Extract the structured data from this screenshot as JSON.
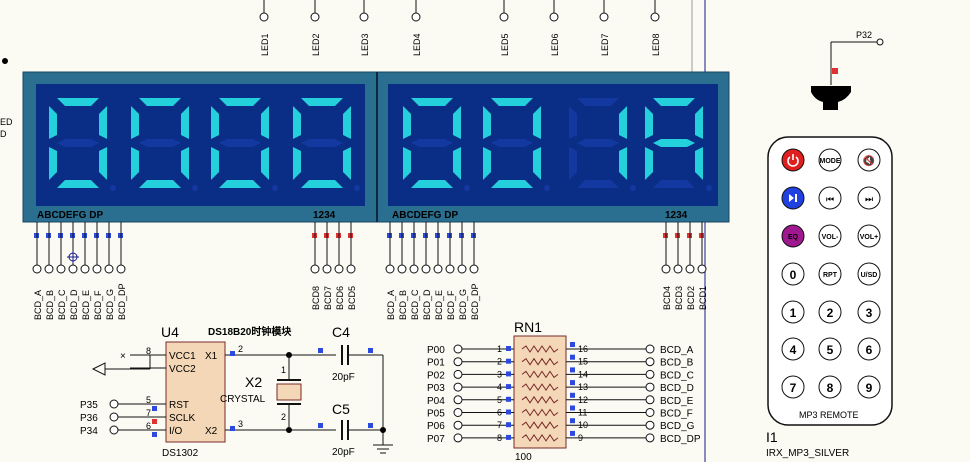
{
  "led_labels": [
    "LED1",
    "LED2",
    "LED3",
    "LED4",
    "LED5",
    "LED6",
    "LED7",
    "LED8"
  ],
  "left_edge_labels": [
    "ED",
    "D"
  ],
  "display_left": {
    "digits": [
      "0",
      "0",
      "0",
      "0"
    ],
    "segment_label": "ABCDEFG  DP",
    "digit_label": "1234",
    "bottom_nets": [
      "BCD_A",
      "BCD_B",
      "BCD_C",
      "BCD_D",
      "BCD_E",
      "BCD_F",
      "BCD_G",
      "BCD_DP"
    ],
    "digit_nets": [
      "BCD8",
      "BCD7",
      "BCD6",
      "BCD5"
    ]
  },
  "display_right": {
    "digits": [
      "0",
      "0",
      "1",
      "A"
    ],
    "segment_label": "ABCDEFG  DP",
    "digit_label": "1234",
    "bottom_nets": [
      "BCD_A",
      "BCD_B",
      "BCD_C",
      "BCD_D",
      "BCD_E",
      "BCD_F",
      "BCD_G",
      "BCD_DP"
    ],
    "digit_nets": [
      "BCD4",
      "BCD3",
      "BCD2",
      "BCD1"
    ]
  },
  "ds1302": {
    "ref": "U4",
    "part": "DS1302",
    "module_title": "DS18B20时钟模块",
    "pins_left": [
      {
        "num": "8",
        "name": "VCC1"
      },
      {
        "num": "",
        "name": "VCC2"
      },
      {
        "num": "5",
        "name": "RST"
      },
      {
        "num": "7",
        "name": "SCLK"
      },
      {
        "num": "6",
        "name": "I/O"
      }
    ],
    "pins_right": [
      {
        "num": "2",
        "name": "X1"
      },
      {
        "num": "3",
        "name": "X2"
      }
    ],
    "inputs": [
      "P35",
      "P36",
      "P34"
    ]
  },
  "crystal": {
    "ref": "X2",
    "value": "CRYSTAL",
    "pin1": "1",
    "pin2": "2"
  },
  "capacitors": [
    {
      "ref": "C4",
      "value": "20pF"
    },
    {
      "ref": "C5",
      "value": "20pF"
    }
  ],
  "resistor_network": {
    "ref": "RN1",
    "value": "100",
    "left_nets": [
      "P00",
      "P01",
      "P02",
      "P03",
      "P04",
      "P05",
      "P06",
      "P07"
    ],
    "left_pins": [
      "1",
      "2",
      "3",
      "4",
      "5",
      "6",
      "7",
      "8"
    ],
    "right_pins": [
      "16",
      "15",
      "14",
      "13",
      "12",
      "11",
      "10",
      "9"
    ],
    "right_nets": [
      "BCD_A",
      "BCD_B",
      "BCD_C",
      "BCD_D",
      "BCD_E",
      "BCD_F",
      "BCD_G",
      "BCD_DP"
    ]
  },
  "ir_receiver": {
    "net": "P32"
  },
  "remote": {
    "ref": "I1",
    "part": "IRX_MP3_SILVER",
    "caption": "MP3 REMOTE",
    "buttons": [
      "",
      "MODE",
      "",
      "",
      "",
      "",
      "EQ",
      "VOL-",
      "VOL+",
      "0",
      "RPT",
      "U/SD",
      "1",
      "2",
      "3",
      "4",
      "5",
      "6",
      "7",
      "8",
      "9"
    ],
    "colors": {
      "power": "#e02020",
      "play": "#2040e0",
      "eq": "#a01890",
      "display_bg": "#0a2d86",
      "segment": "#25d0dd",
      "frame": "#2a6f8f"
    }
  }
}
